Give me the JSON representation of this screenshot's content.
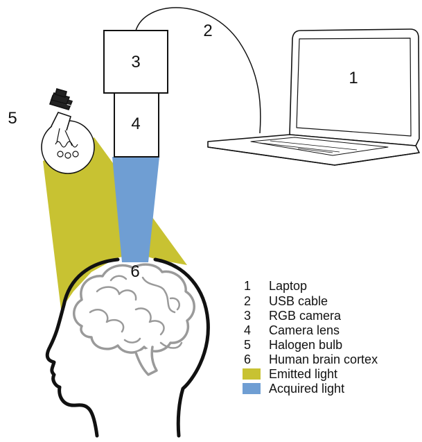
{
  "labels": {
    "camera": "3",
    "lens": "4",
    "laptop": "1",
    "cable": "2",
    "bulb": "5",
    "cortex": "6"
  },
  "legend": {
    "items": [
      {
        "num": "1",
        "text": "Laptop"
      },
      {
        "num": "2",
        "text": "USB cable"
      },
      {
        "num": "3",
        "text": "RGB camera"
      },
      {
        "num": "4",
        "text": "Camera lens"
      },
      {
        "num": "5",
        "text": "Halogen bulb"
      },
      {
        "num": "6",
        "text": "Human brain cortex"
      }
    ],
    "swatches": [
      {
        "text": "Emitted light",
        "color": "#c8c232"
      },
      {
        "text": "Acquired light",
        "color": "#6f9ed3"
      }
    ]
  },
  "colors": {
    "emitted": "#c8c232",
    "acquired": "#6f9ed3",
    "outline": "#111111",
    "brain": "#9a9a9a"
  }
}
